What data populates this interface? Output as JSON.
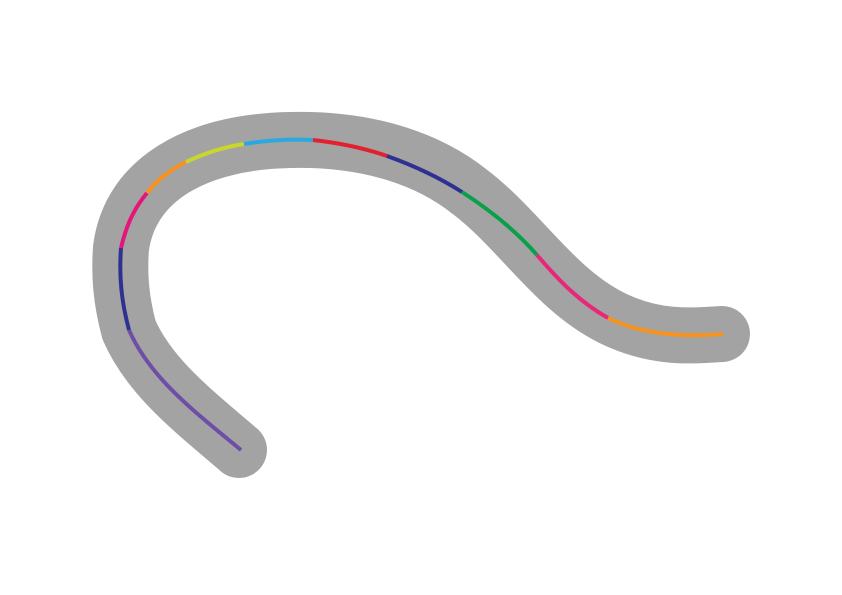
{
  "diagram": {
    "halo_color": "#a3a3a3",
    "segments": [
      {
        "name": "purple",
        "color": "#6e4ea6"
      },
      {
        "name": "navy",
        "color": "#2e3192"
      },
      {
        "name": "magenta",
        "color": "#e6157a"
      },
      {
        "name": "orange",
        "color": "#f7931e"
      },
      {
        "name": "yellow-green",
        "color": "#c8d62e"
      },
      {
        "name": "sky-blue",
        "color": "#29a9e0"
      },
      {
        "name": "red",
        "color": "#e3212e"
      },
      {
        "name": "navy",
        "color": "#2e3192"
      },
      {
        "name": "green",
        "color": "#0aa04a"
      },
      {
        "name": "pink",
        "color": "#e8267a"
      },
      {
        "name": "orange",
        "color": "#f7931e"
      }
    ]
  }
}
